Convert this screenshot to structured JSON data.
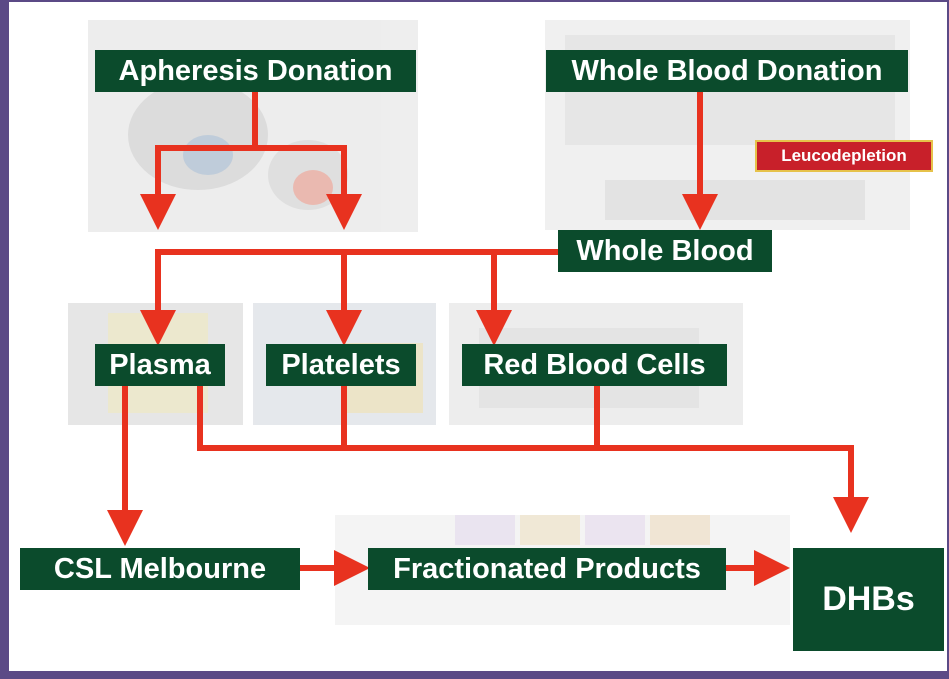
{
  "nodes": {
    "apheresis": "Apheresis Donation",
    "whole_blood_donation": "Whole Blood Donation",
    "leucodepletion": "Leucodepletion",
    "whole_blood": "Whole Blood",
    "plasma": "Plasma",
    "platelets": "Platelets",
    "red_blood_cells": "Red Blood Cells",
    "csl": "CSL Melbourne",
    "fractionated": "Fractionated Products",
    "dhbs": "DHBs"
  },
  "colors": {
    "box": "#0b4b2c",
    "arrow": "#e8321f",
    "leuco_bg": "#c8202a",
    "frame": "#5b4a86"
  },
  "edges": [
    [
      "apheresis",
      "plasma"
    ],
    [
      "apheresis",
      "platelets"
    ],
    [
      "whole_blood_donation",
      "whole_blood"
    ],
    [
      "whole_blood",
      "plasma"
    ],
    [
      "whole_blood",
      "platelets"
    ],
    [
      "whole_blood",
      "red_blood_cells"
    ],
    [
      "plasma",
      "csl"
    ],
    [
      "plasma",
      "dhbs"
    ],
    [
      "platelets",
      "dhbs"
    ],
    [
      "red_blood_cells",
      "dhbs"
    ],
    [
      "csl",
      "fractionated"
    ],
    [
      "fractionated",
      "dhbs"
    ]
  ]
}
